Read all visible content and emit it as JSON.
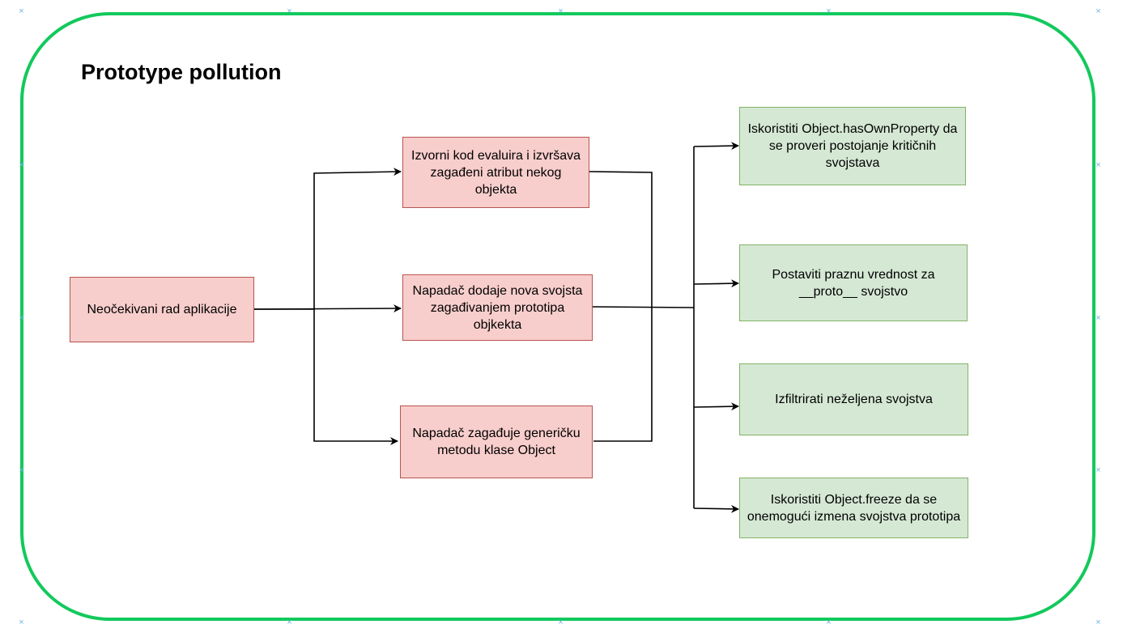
{
  "title": "Prototype pollution",
  "colors": {
    "frame": "#12c95c",
    "red_fill": "#f8cecc",
    "red_stroke": "#b85450",
    "green_fill": "#d5e8d4",
    "green_stroke": "#82b366",
    "handle": "#6fb5e0"
  },
  "nodes": {
    "root": "Neočekivani rad aplikacije",
    "cause_1": "Izvorni kod evaluira i izvršava zagađeni atribut nekog objekta",
    "cause_2": "Napadač dodaje nova svojsta zagađivanjem prototipa objkekta",
    "cause_3": "Napadač zagađuje generičku metodu klase Object",
    "mitigation_1": "Iskoristiti Object.hasOwnProperty da se proveri postojanje kritičnih svojstava",
    "mitigation_2": "Postaviti praznu vrednost za __proto__ svojstvo",
    "mitigation_3": "Izfiltrirati neželjena svojstva",
    "mitigation_4": "Iskoristiti Object.freeze da se onemogući izmena svojstva prototipa"
  },
  "handle_glyph": "×"
}
